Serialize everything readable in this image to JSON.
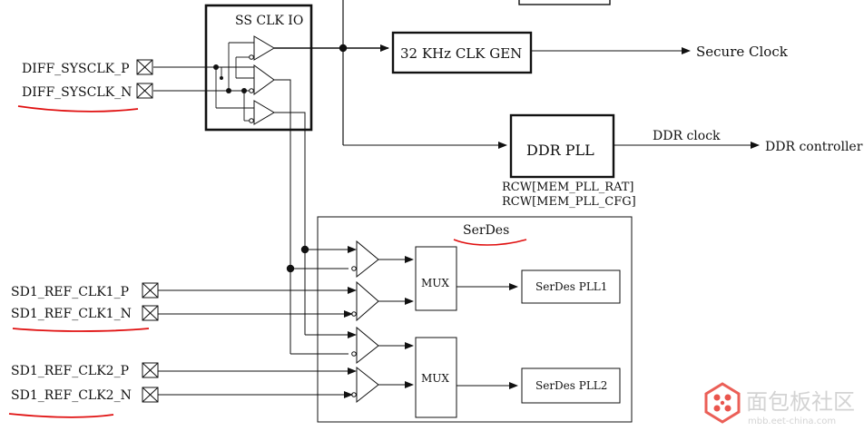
{
  "blocks": {
    "ss_clk_io": "SS CLK IO",
    "clk_gen_32k": "32 KHz CLK GEN",
    "ddr_pll": "DDR PLL",
    "serdes": "SerDes",
    "mux1": "MUX",
    "mux2": "MUX",
    "serdes_pll1": "SerDes PLL1",
    "serdes_pll2": "SerDes PLL2"
  },
  "pins": {
    "diff_sysclk_p": "DIFF_SYSCLK_P",
    "diff_sysclk_n": "DIFF_SYSCLK_N",
    "sd1_ref_clk1_p": "SD1_REF_CLK1_P",
    "sd1_ref_clk1_n": "SD1_REF_CLK1_N",
    "sd1_ref_clk2_p": "SD1_REF_CLK2_P",
    "sd1_ref_clk2_n": "SD1_REF_CLK2_N"
  },
  "outputs": {
    "secure_clock": "Secure Clock",
    "ddr_clock": "DDR clock",
    "ddr_controller": "DDR controller"
  },
  "config": {
    "rcw1": "RCW[MEM_PLL_RAT]",
    "rcw2": "RCW[MEM_PLL_CFG]"
  },
  "watermark": {
    "text": "面包板社区",
    "url": "mbb.eet-china.com"
  },
  "colors": {
    "line": "#111111",
    "underline": "#e01010",
    "watermark_logo": "#e8433a",
    "watermark_text": "#cfcfcf"
  }
}
